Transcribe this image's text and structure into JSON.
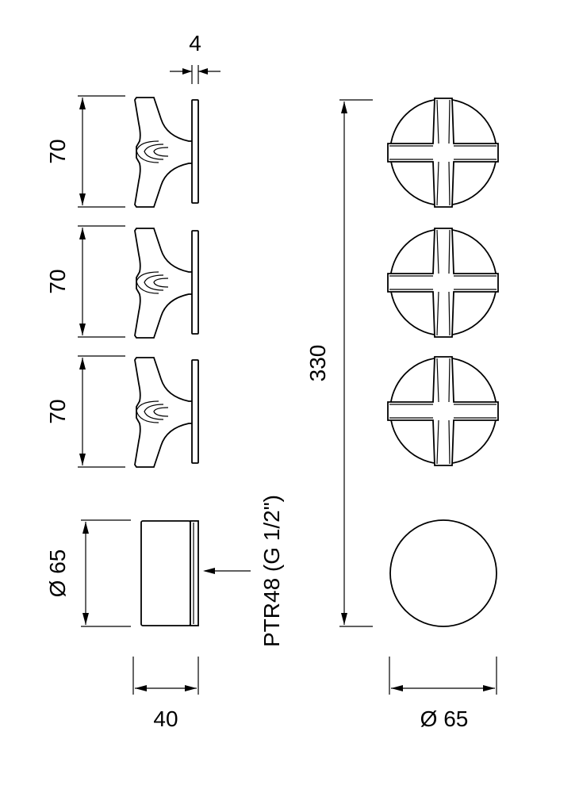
{
  "dimensions": {
    "plate_thickness": "4",
    "handle_height_1": "70",
    "handle_height_2": "70",
    "handle_height_3": "70",
    "spout_diameter": "Ø 65",
    "spout_depth": "40",
    "thread_spec": "PTR48 (G 1/2\")",
    "total_height": "330",
    "front_diameter": "Ø 65"
  }
}
